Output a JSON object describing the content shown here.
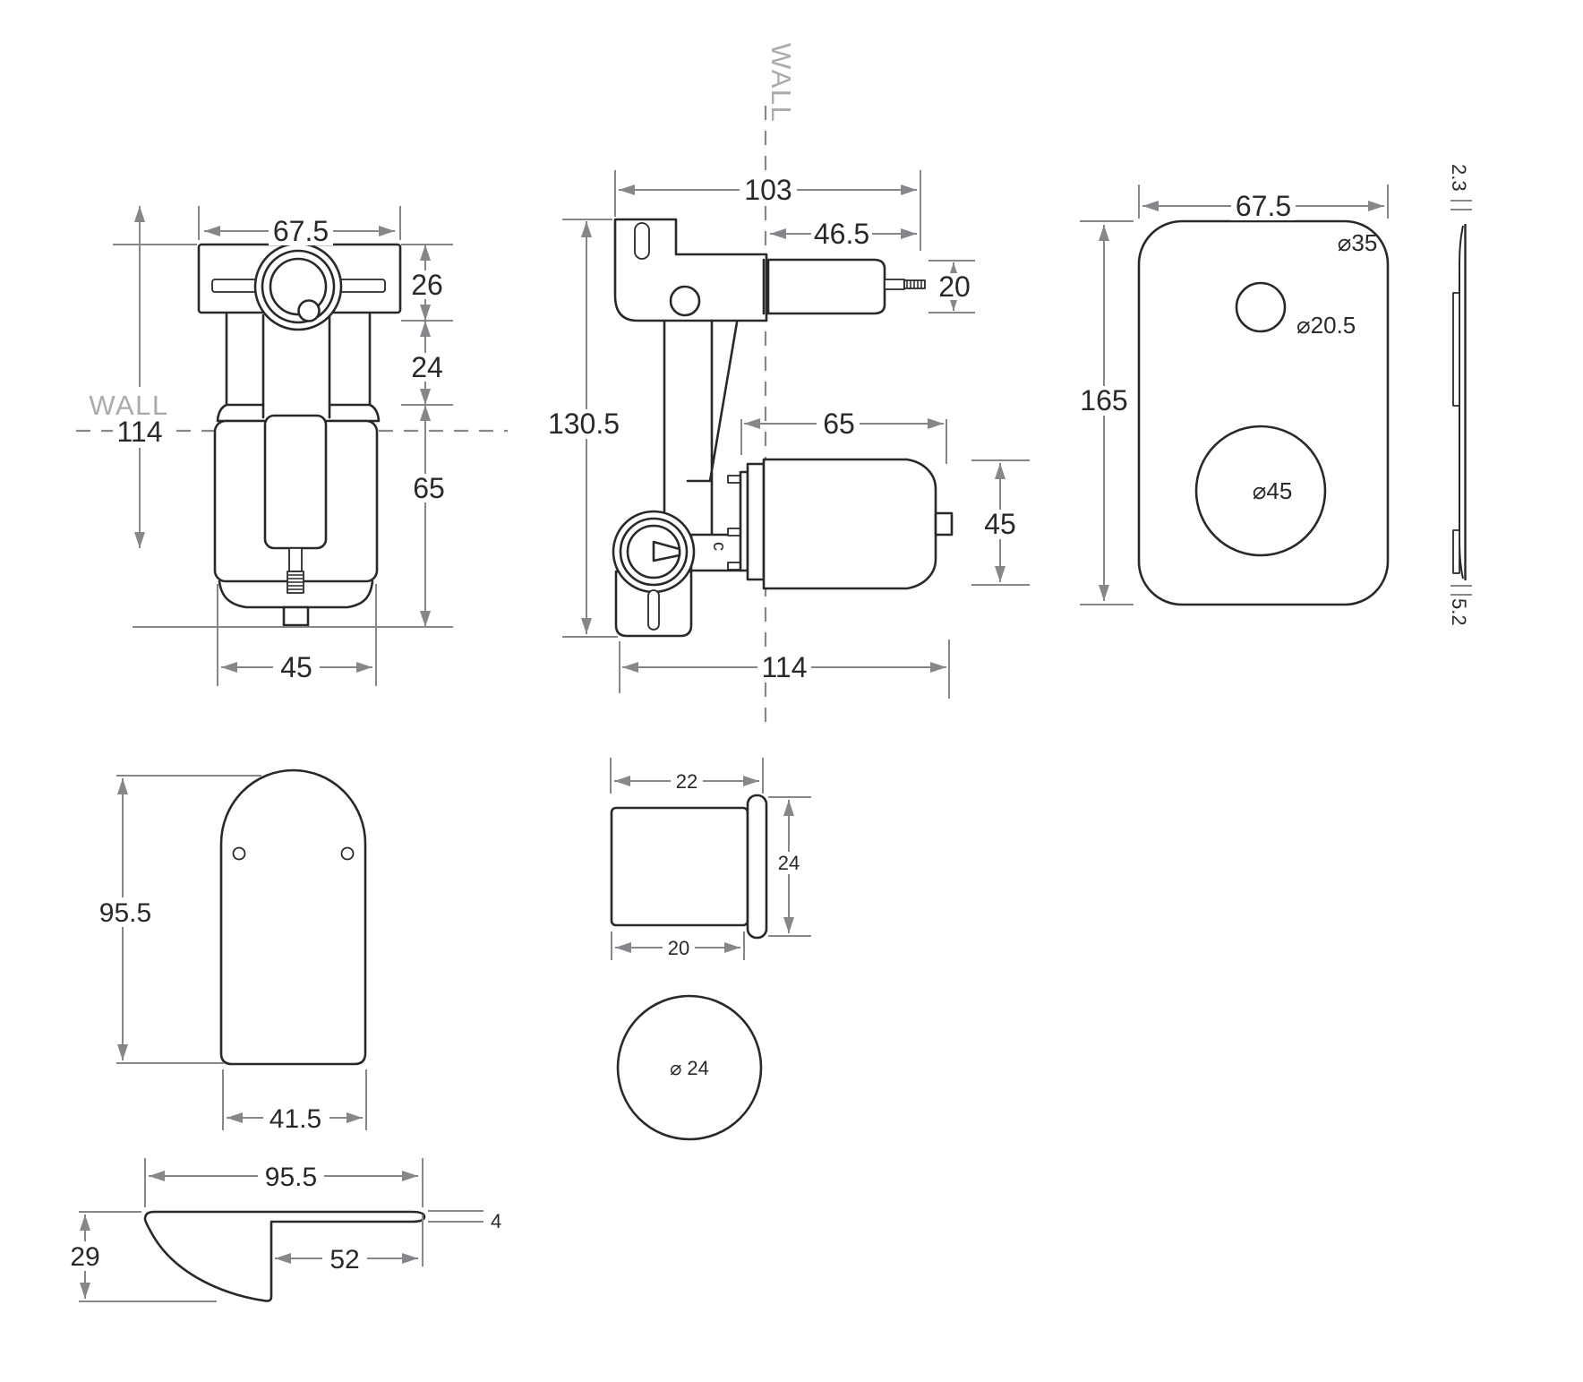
{
  "title": "Wall mixer installation drawing",
  "colors": {
    "outline": "#2b2826",
    "dimension_lines": "#85878a",
    "wall_text": "#a9abad",
    "background": "#ffffff"
  },
  "views": {
    "front": {
      "wall_label": "WALL",
      "dim_width": "67.5",
      "dim_upper": "26",
      "dim_mid": "24",
      "dim_lower": "65",
      "dim_wall": "114",
      "dim_outlet": "45"
    },
    "side": {
      "wall_label": "WALL",
      "dim_depth": "103",
      "dim_front_depth": "46.5",
      "dim_spindle": "20",
      "dim_height": "130.5",
      "dim_cartridge_length": "65",
      "dim_cartridge_dia": "45",
      "dim_total_width": "114",
      "mark": "c"
    },
    "faceplate": {
      "dim_width": "67.5",
      "dim_height": "165",
      "dim_corner": "⌀35",
      "dim_top_hole": "⌀20.5",
      "dim_bottom_hole": "⌀45"
    },
    "plate_edge": {
      "dim_top_thickness": "2.3",
      "dim_bottom_thickness": "5.2"
    },
    "handle_front": {
      "dim_height": "95.5",
      "dim_width": "41.5"
    },
    "handle_side": {
      "dim_length": "95.5",
      "dim_height": "29",
      "dim_blade": "52",
      "dim_tip": "4"
    },
    "button": {
      "dim_overall": "22",
      "dim_dia": "24",
      "dim_body": "20",
      "dim_face": "⌀ 24"
    }
  }
}
